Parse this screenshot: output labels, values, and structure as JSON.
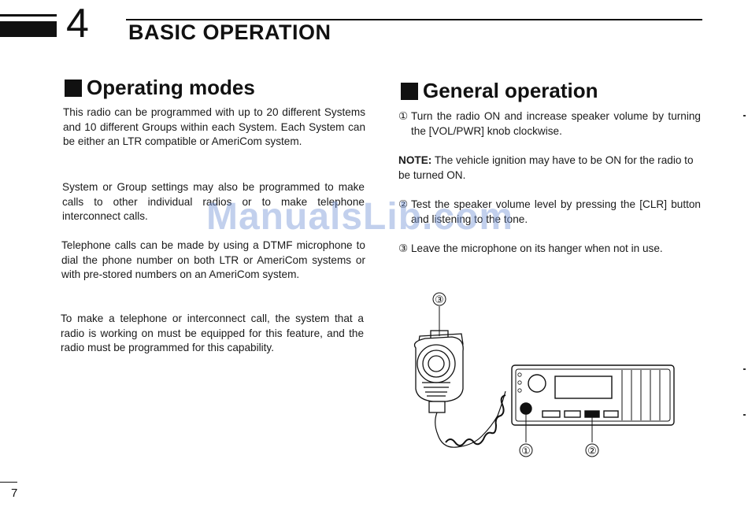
{
  "header": {
    "chapter_number": "4",
    "chapter_title": "BASIC OPERATION"
  },
  "left": {
    "heading": "Operating modes",
    "paragraphs": [
      "This radio can be programmed with up to 20 different Systems and 10 different Groups within each System. Each System can be either an LTR compatible or AmeriCom system.",
      "System or Group settings may also be programmed to make calls to other individual radios or to make telephone interconnect calls.",
      "Telephone calls can be made by using a DTMF microphone to dial the phone number on both LTR or AmeriCom systems or with pre-stored numbers on an AmeriCom system.",
      "To make a telephone or interconnect call, the system that a radio is working on must be equipped for this feature, and the radio must be programmed for this capability."
    ]
  },
  "right": {
    "heading": "General operation",
    "step1_num": "①",
    "step1_text": "Turn the radio ON and increase speaker volume by turning the [VOL/PWR] knob clockwise.",
    "note_label": "NOTE:",
    "note_text": "The vehicle ignition may have to be ON for the radio to be turned ON.",
    "step2_num": "②",
    "step2_text": "Test the speaker volume level by pressing the [CLR] button and listening to the tone.",
    "step3_num": "③",
    "step3_text": "Leave the microphone on its hanger when not in use."
  },
  "figure": {
    "callout_1": "①",
    "callout_2": "②",
    "callout_3": "③"
  },
  "watermark": "ManualsLib.com",
  "page_number": "7"
}
